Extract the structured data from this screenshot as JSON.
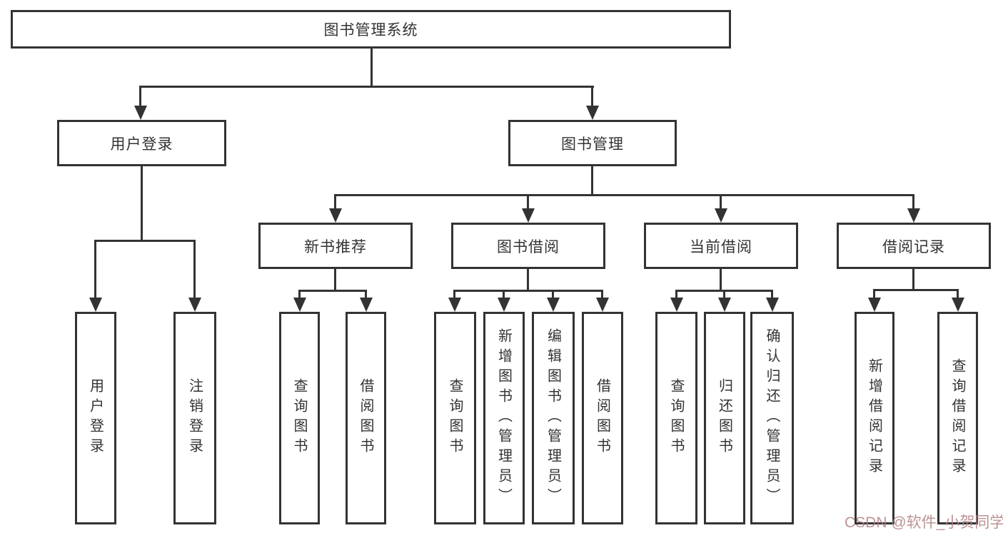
{
  "meta": {
    "title": "图书管理系统功能结构图",
    "background_color": "#ffffff",
    "line_color": "#333333",
    "text_color": "#333333",
    "watermark_color": "#b28082"
  },
  "watermark": {
    "text": "CSDN @软件_小贺同学"
  },
  "tree": {
    "root": {
      "label": "图书管理系统",
      "children": [
        {
          "label": "用户登录",
          "children": [
            {
              "label": "用户登录"
            },
            {
              "label": "注销登录"
            }
          ]
        },
        {
          "label": "图书管理",
          "children": [
            {
              "label": "新书推荐",
              "children": [
                {
                  "label": "查询图书"
                },
                {
                  "label": "借阅图书"
                }
              ]
            },
            {
              "label": "图书借阅",
              "children": [
                {
                  "label": "查询图书"
                },
                {
                  "label": "新增图书（管理员）"
                },
                {
                  "label": "编辑图书（管理员）"
                },
                {
                  "label": "借阅图书"
                }
              ]
            },
            {
              "label": "当前借阅",
              "children": [
                {
                  "label": "查询图书"
                },
                {
                  "label": "归还图书"
                },
                {
                  "label": "确认归还（管理员）"
                }
              ]
            },
            {
              "label": "借阅记录",
              "children": [
                {
                  "label": "新增借阅记录"
                },
                {
                  "label": "查询借阅记录"
                }
              ]
            }
          ]
        }
      ]
    }
  }
}
